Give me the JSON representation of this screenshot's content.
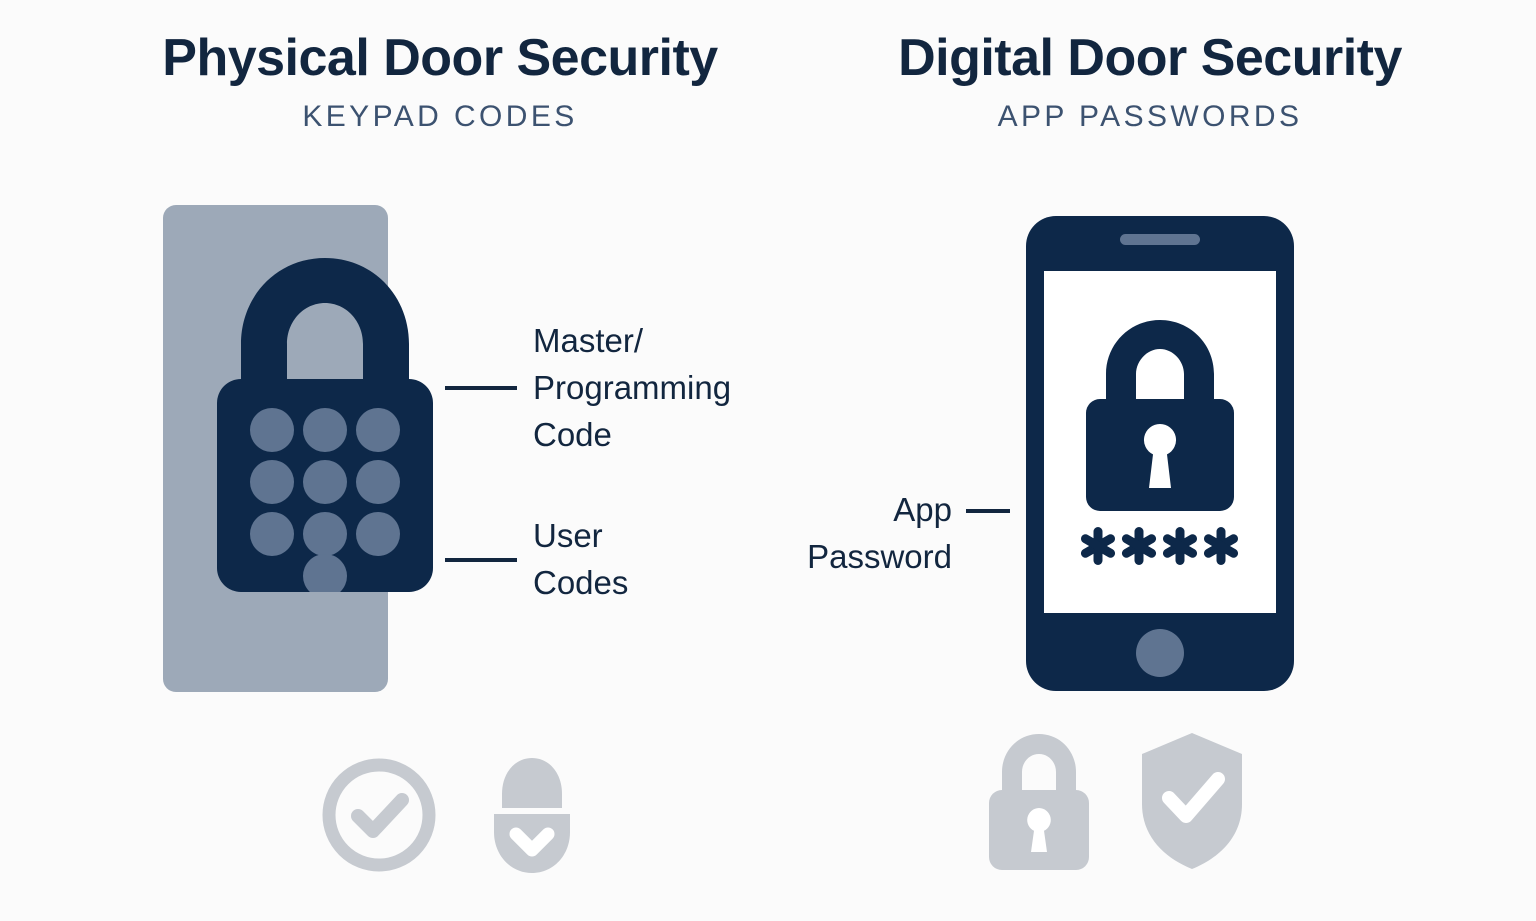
{
  "page": {
    "background_color": "#fbfbfb",
    "navy": "#0d2849",
    "navy_text": "#12263f",
    "subtitle_color": "#3c5270",
    "panel_gray": "#9da9b8",
    "key_dot_color": "#5f7491",
    "accent_gray": "#c6cad0"
  },
  "columns": [
    {
      "id": "physical",
      "title": "Physical Door Security",
      "subtitle": "KEYPAD CODES",
      "illustration": "keypad-padlock-on-door-panel",
      "callouts": [
        {
          "id": "master",
          "label": "Master/\nProgramming\nCode"
        },
        {
          "id": "user",
          "label": "User\nCodes"
        }
      ],
      "footer_icons": [
        "check-circle-icon",
        "lock-chevron-icon"
      ]
    },
    {
      "id": "digital",
      "title": "Digital Door Security",
      "subtitle": "APP PASSWORDS",
      "illustration": "smartphone-with-padlock-and-password",
      "callouts": [
        {
          "id": "app",
          "label": "App\nPassword"
        }
      ],
      "screen": {
        "password_mask": "✱✱✱✱",
        "mask_count": 4
      },
      "footer_icons": [
        "padlock-icon",
        "shield-check-icon"
      ]
    }
  ]
}
